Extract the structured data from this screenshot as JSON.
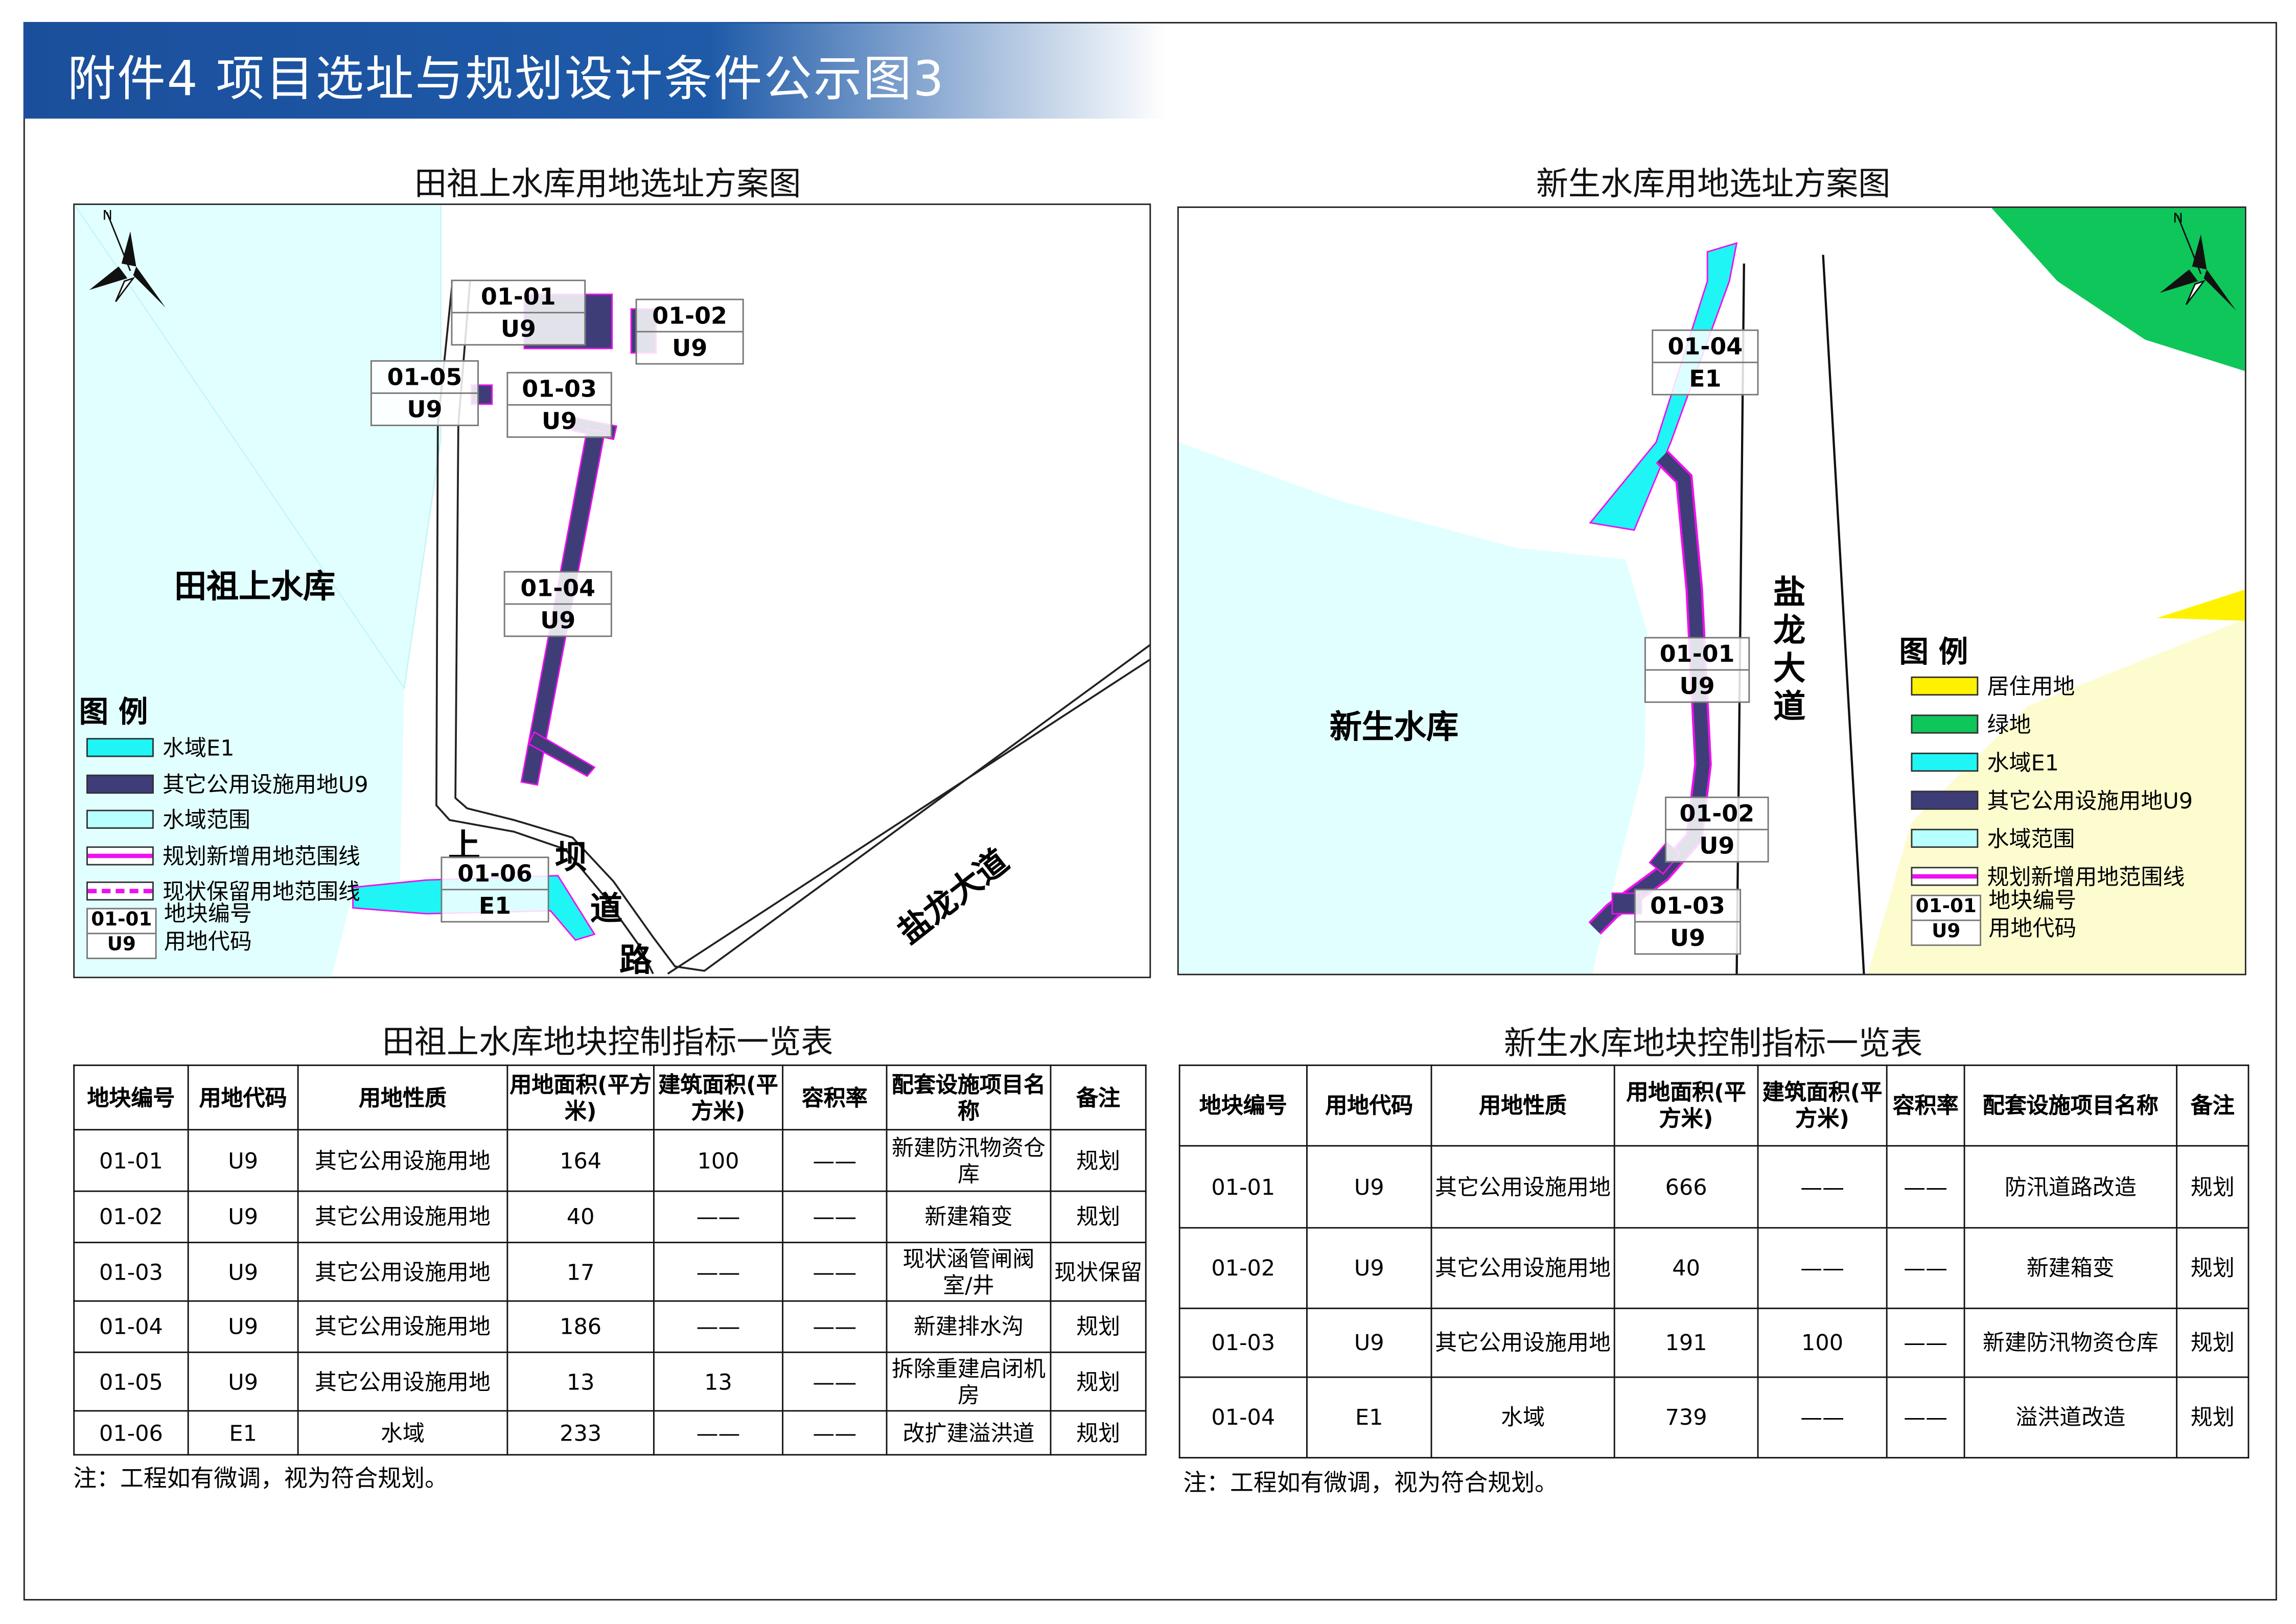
{
  "title": "附件4  项目选址与规划设计条件公示图3",
  "colors": {
    "water_e1": "#1ff5f5",
    "u9": "#3e3d78",
    "water_range": "#b8ffff",
    "water_bg": "#e2ffff",
    "boundary": "#ee10ee",
    "residential": "#fff200",
    "green": "#0fc65a",
    "yellow_bg": "#fdfccf"
  },
  "left_map": {
    "title": "田祖上水库用地选址方案图",
    "reservoir": "田祖上水库",
    "road_dam": [
      "上",
      "坝",
      "道",
      "路"
    ],
    "road_yanlong": "盐龙大道",
    "compass": "N",
    "parcels": [
      {
        "id": "01-01",
        "code": "U9"
      },
      {
        "id": "01-02",
        "code": "U9"
      },
      {
        "id": "01-05",
        "code": "U9"
      },
      {
        "id": "01-03",
        "code": "U9"
      },
      {
        "id": "01-04",
        "code": "U9"
      },
      {
        "id": "01-06",
        "code": "E1"
      }
    ],
    "legend": {
      "title": "图 例",
      "items": [
        "水域E1",
        "其它公用设施用地U9",
        "水域范围",
        "规划新增用地范围线",
        "现状保留用地范围线"
      ],
      "sample_id": "01-01",
      "sample_code": "U9",
      "id_label": "地块编号",
      "code_label": "用地代码"
    }
  },
  "right_map": {
    "title": "新生水库用地选址方案图",
    "reservoir": "新生水库",
    "road_yanlong": [
      "盐",
      "龙",
      "大",
      "道"
    ],
    "compass": "N",
    "parcels": [
      {
        "id": "01-04",
        "code": "E1"
      },
      {
        "id": "01-01",
        "code": "U9"
      },
      {
        "id": "01-02",
        "code": "U9"
      },
      {
        "id": "01-03",
        "code": "U9"
      }
    ],
    "legend": {
      "title": "图 例",
      "items": [
        "居住用地",
        "绿地",
        "水域E1",
        "其它公用设施用地U9",
        "水域范围",
        "规划新增用地范围线"
      ],
      "sample_id": "01-01",
      "sample_code": "U9",
      "id_label": "地块编号",
      "code_label": "用地代码"
    }
  },
  "left_table": {
    "title": "田祖上水库地块控制指标一览表",
    "headers": [
      "地块编号",
      "用地代码",
      "用地性质",
      "用地面积(平方米)",
      "建筑面积(平方米)",
      "容积率",
      "配套设施项目名称",
      "备注"
    ],
    "rows": [
      [
        "01-01",
        "U9",
        "其它公用设施用地",
        "164",
        "100",
        "——",
        "新建防汛物资仓库",
        "规划"
      ],
      [
        "01-02",
        "U9",
        "其它公用设施用地",
        "40",
        "——",
        "——",
        "新建箱变",
        "规划"
      ],
      [
        "01-03",
        "U9",
        "其它公用设施用地",
        "17",
        "——",
        "——",
        "现状涵管闸阀室/井",
        "现状保留"
      ],
      [
        "01-04",
        "U9",
        "其它公用设施用地",
        "186",
        "——",
        "——",
        "新建排水沟",
        "规划"
      ],
      [
        "01-05",
        "U9",
        "其它公用设施用地",
        "13",
        "13",
        "——",
        "拆除重建启闭机房",
        "规划"
      ],
      [
        "01-06",
        "E1",
        "水域",
        "233",
        "——",
        "——",
        "改扩建溢洪道",
        "规划"
      ]
    ],
    "note": "注：工程如有微调，视为符合规划。"
  },
  "right_table": {
    "title": "新生水库地块控制指标一览表",
    "headers": [
      "地块编号",
      "用地代码",
      "用地性质",
      "用地面积(平方米)",
      "建筑面积(平方米)",
      "容积率",
      "配套设施项目名称",
      "备注"
    ],
    "rows": [
      [
        "01-01",
        "U9",
        "其它公用设施用地",
        "666",
        "——",
        "——",
        "防汛道路改造",
        "规划"
      ],
      [
        "01-02",
        "U9",
        "其它公用设施用地",
        "40",
        "——",
        "——",
        "新建箱变",
        "规划"
      ],
      [
        "01-03",
        "U9",
        "其它公用设施用地",
        "191",
        "100",
        "——",
        "新建防汛物资仓库",
        "规划"
      ],
      [
        "01-04",
        "E1",
        "水域",
        "739",
        "——",
        "——",
        "溢洪道改造",
        "规划"
      ]
    ],
    "note": "注：工程如有微调，视为符合规划。"
  }
}
